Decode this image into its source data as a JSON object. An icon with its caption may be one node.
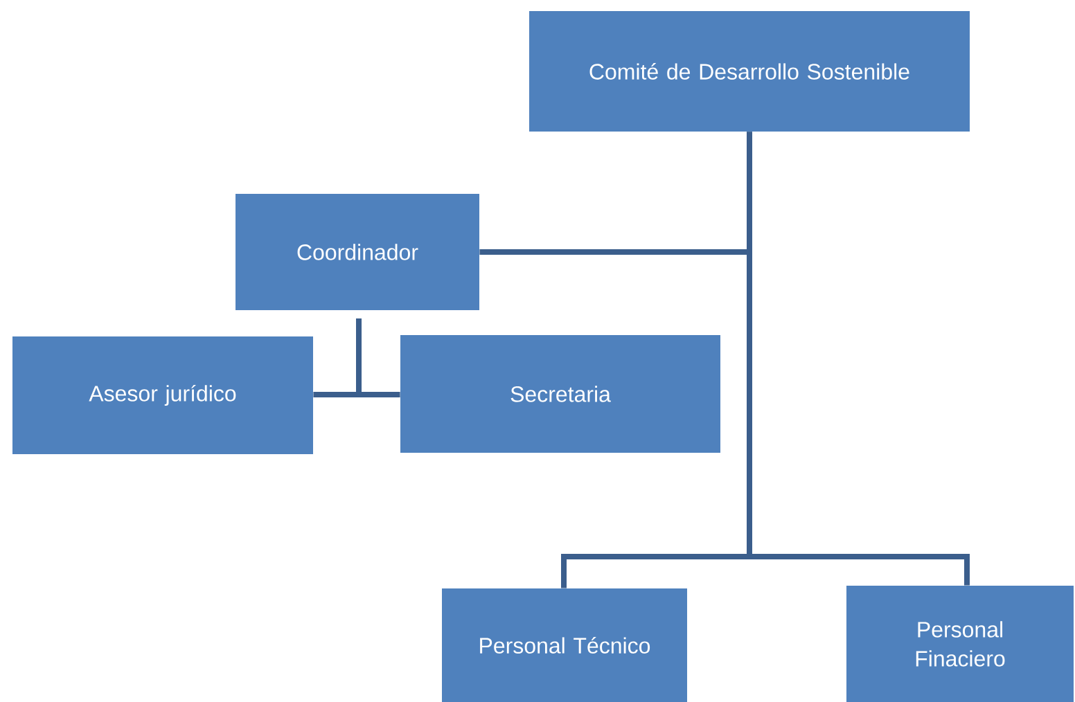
{
  "diagram": {
    "nodes": [
      {
        "text": [
          "Comité de Desarrollo Sostenible"
        ]
      },
      {
        "text": [
          "Coordinador"
        ]
      },
      {
        "text": [
          "Asesor jurídico"
        ]
      },
      {
        "text": [
          "Secretaria"
        ]
      },
      {
        "text": [
          "Personal Técnico"
        ]
      },
      {
        "text": [
          "Personal Finaciero"
        ]
      }
    ],
    "edges": [
      {
        "from": 0,
        "to": 1,
        "arrow": "none"
      },
      {
        "from": 0,
        "to": 4,
        "arrow": "none"
      },
      {
        "from": 0,
        "to": 5,
        "arrow": "none"
      },
      {
        "from": 1,
        "to": 2,
        "arrow": "none"
      },
      {
        "from": 1,
        "to": 3,
        "arrow": "none"
      }
    ]
  }
}
